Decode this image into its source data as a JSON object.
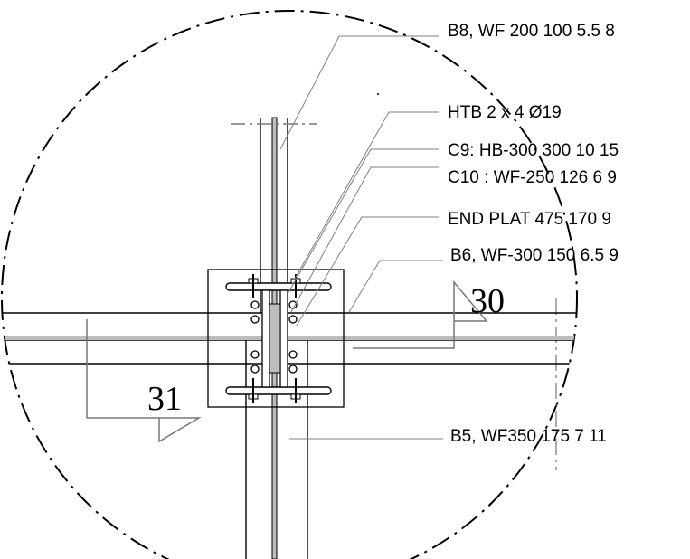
{
  "callouts": {
    "b8": "B8, WF 200 100 5.5 8",
    "htb": "HTB 2 x 4 Ø19",
    "c9": "C9: HB-300 300 10 15",
    "c10": "C10 : WF-250 126 6 9",
    "end_plate": "END PLAT 475 170 9",
    "b6": "B6, WF-300 150 6.5 9",
    "b5": "B5, WF350 175 7 11"
  },
  "section_marks": {
    "right": "30",
    "left": "31"
  },
  "colors": {
    "line": "#000000",
    "leader": "#7f7f7f",
    "web_fill": "#bdbdbd",
    "background": "#ffffff"
  }
}
